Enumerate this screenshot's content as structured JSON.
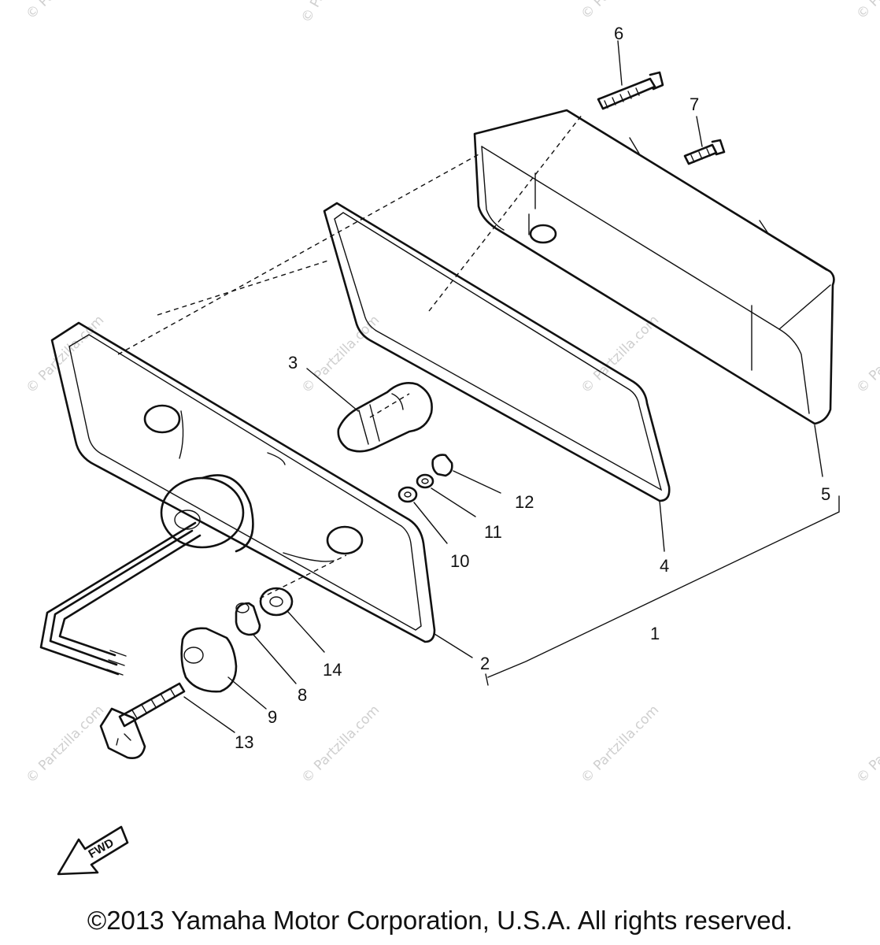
{
  "watermark": "© Partzilla.com",
  "callouts": {
    "c1": "1",
    "c2": "2",
    "c3": "3",
    "c4": "4",
    "c5": "5",
    "c6": "6",
    "c7": "7",
    "c8": "8",
    "c9": "9",
    "c10": "10",
    "c11": "11",
    "c12": "12",
    "c13": "13",
    "c14": "14"
  },
  "fwd_label": "FWD",
  "copyright": "©2013 Yamaha Motor Corporation, U.S.A. All rights reserved."
}
